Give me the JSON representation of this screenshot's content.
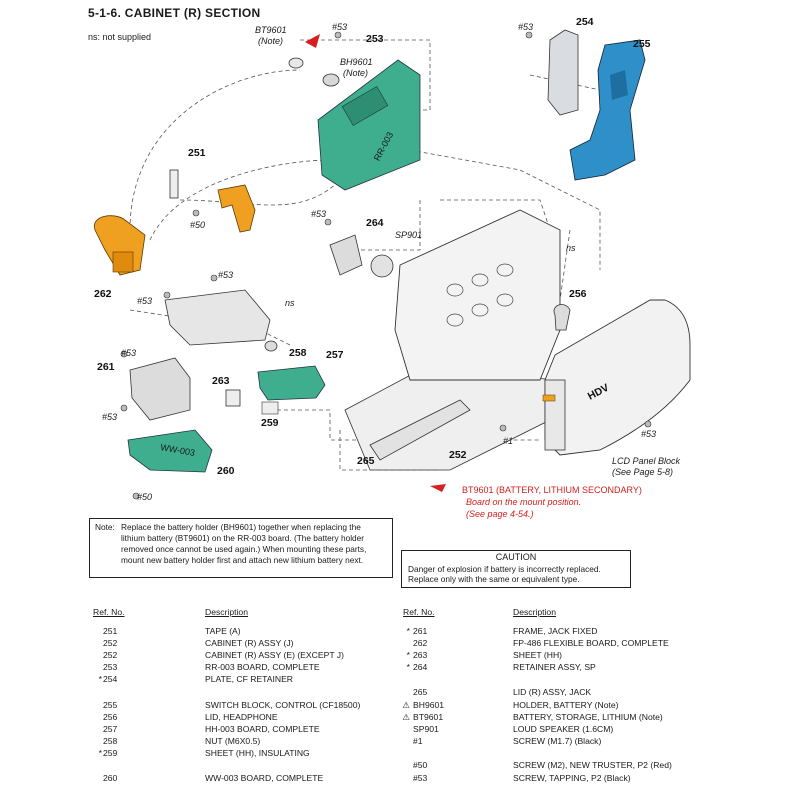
{
  "section_title": "5-1-6.  CABINET (R)  SECTION",
  "ns_note": "ns: not supplied",
  "callouts": {
    "c251": "251",
    "c252": "252",
    "c253": "253",
    "c254": "254",
    "c255": "255",
    "c256": "256",
    "c257": "257",
    "c258": "258",
    "c259": "259",
    "c260": "260",
    "c261": "261",
    "c262": "262",
    "c263": "263",
    "c264": "264",
    "c265": "265",
    "sp901": "SP901",
    "bt9601": "BT9601",
    "bt9601_note": "(Note)",
    "bh9601": "BH9601",
    "bh9601_note": "(Note)",
    "s53": "#53",
    "s50": "#50",
    "s1": "#1",
    "ns": "ns",
    "board_rr003": "RR-003",
    "board_ww003": "WW-003",
    "hdv": "HDV"
  },
  "lcd_note": {
    "line1": "LCD Panel Block",
    "line2": "(See Page 5-8)"
  },
  "red_note": {
    "title": "BT9601 (BATTERY, LITHIUM SECONDARY)",
    "line2": "Board on the mount position.",
    "line3": "(See page 4-54.)"
  },
  "note_box": {
    "label": "Note:",
    "text": "Replace the battery holder (BH9601) together when replacing the lithium battery (BT9601) on the RR-003 board. (The battery holder removed once cannot be used again.) When mounting these parts, mount new battery holder first and attach new lithium battery next."
  },
  "caution_box": {
    "title": "CAUTION",
    "line1": "Danger of explosion if battery is incorrectly replaced.",
    "line2": "Replace only with the same or equivalent type."
  },
  "parts_list": {
    "header_ref": "Ref. No.",
    "header_desc": "Description",
    "left": [
      {
        "mark": "",
        "ref": "251",
        "desc": "TAPE (A)"
      },
      {
        "mark": "",
        "ref": "252",
        "desc": "CABINET (R) ASSY (J)"
      },
      {
        "mark": "",
        "ref": "252",
        "desc": "CABINET (R) ASSY (E) (EXCEPT J)"
      },
      {
        "mark": "",
        "ref": "253",
        "desc": "RR-003 BOARD, COMPLETE"
      },
      {
        "mark": "*",
        "ref": "254",
        "desc": "PLATE, CF RETAINER"
      },
      {
        "mark": "",
        "ref": "255",
        "desc": "SWITCH BLOCK, CONTROL (CF18500)"
      },
      {
        "mark": "",
        "ref": "256",
        "desc": "LID, HEADPHONE"
      },
      {
        "mark": "",
        "ref": "257",
        "desc": "HH-003 BOARD, COMPLETE"
      },
      {
        "mark": "",
        "ref": "258",
        "desc": "NUT (M6X0.5)"
      },
      {
        "mark": "*",
        "ref": "259",
        "desc": "SHEET (HH), INSULATING"
      },
      {
        "mark": "",
        "ref": "260",
        "desc": "WW-003 BOARD, COMPLETE"
      }
    ],
    "right": [
      {
        "mark": "*",
        "ref": "261",
        "desc": "FRAME, JACK FIXED"
      },
      {
        "mark": "",
        "ref": "262",
        "desc": "FP-486 FLEXIBLE BOARD, COMPLETE"
      },
      {
        "mark": "*",
        "ref": "263",
        "desc": "SHEET (HH)"
      },
      {
        "mark": "*",
        "ref": "264",
        "desc": "RETAINER ASSY, SP"
      },
      {
        "mark": "",
        "ref": "265",
        "desc": "LID (R) ASSY, JACK"
      },
      {
        "mark": "⚠",
        "ref": "BH9601",
        "desc": "HOLDER, BATTERY (Note)"
      },
      {
        "mark": "⚠",
        "ref": "BT9601",
        "desc": "BATTERY, STORAGE, LITHIUM (Note)"
      },
      {
        "mark": "",
        "ref": "SP901",
        "desc": "LOUD SPEAKER (1.6CM)"
      },
      {
        "mark": "",
        "ref": "#1",
        "desc": "SCREW (M1.7) (Black)"
      },
      {
        "mark": "",
        "ref": "#50",
        "desc": "SCREW (M2), NEW TRUSTER, P2 (Red)"
      },
      {
        "mark": "",
        "ref": "#53",
        "desc": "SCREW, TAPPING, P2 (Black)"
      }
    ]
  },
  "colors": {
    "board_green": "#3fae8e",
    "board_blue": "#2f8fc8",
    "flex_orange": "#f0a020",
    "warning_red": "#d42020",
    "line": "#333333"
  }
}
